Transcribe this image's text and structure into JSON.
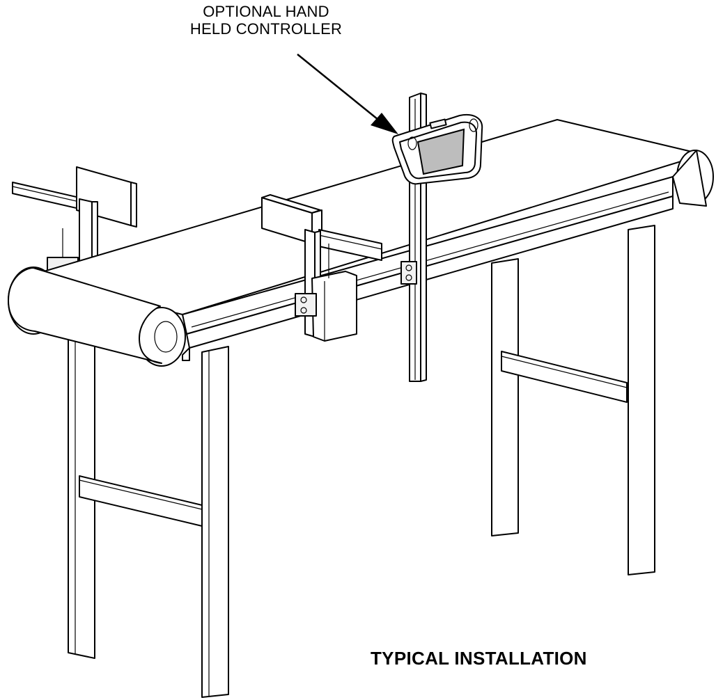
{
  "callout": {
    "line1": "OPTIONAL HAND",
    "line2": "HELD CONTROLLER"
  },
  "caption": "TYPICAL INSTALLATION"
}
